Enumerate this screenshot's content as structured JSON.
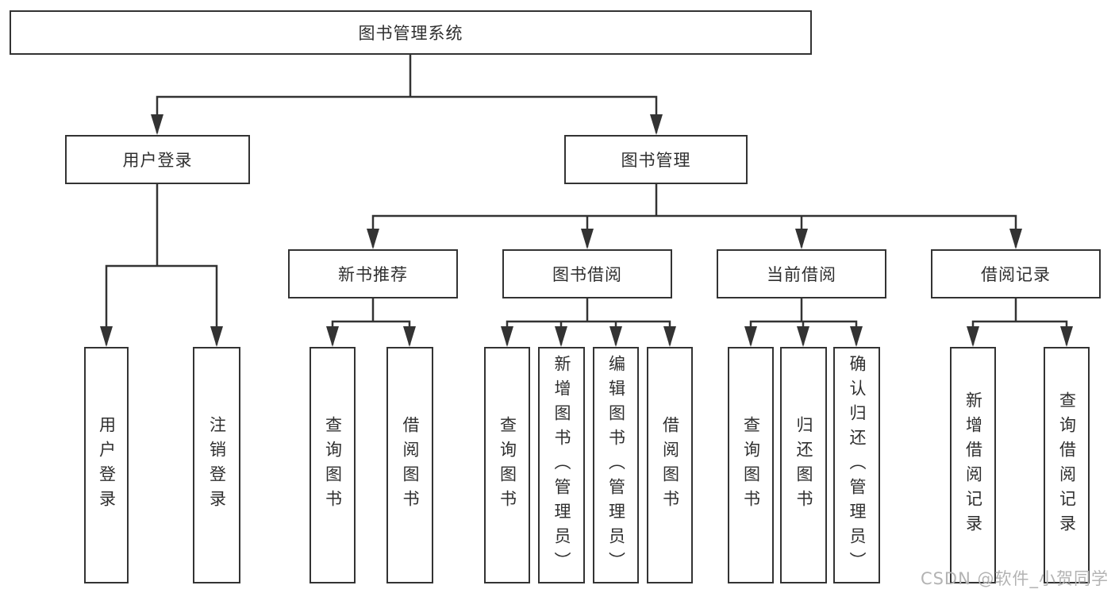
{
  "tree": {
    "root": {
      "label": "图书管理系统"
    },
    "login": {
      "label": "用户登录",
      "children": [
        {
          "label": "用户登录"
        },
        {
          "label": "注销登录"
        }
      ]
    },
    "mgmt": {
      "label": "图书管理",
      "children": [
        {
          "label": "新书推荐",
          "children": [
            {
              "label": "查询图书"
            },
            {
              "label": "借阅图书"
            }
          ]
        },
        {
          "label": "图书借阅",
          "children": [
            {
              "label": "查询图书"
            },
            {
              "label": "新增图书（管理员）"
            },
            {
              "label": "编辑图书（管理员）"
            },
            {
              "label": "借阅图书"
            }
          ]
        },
        {
          "label": "当前借阅",
          "children": [
            {
              "label": "查询图书"
            },
            {
              "label": "归还图书"
            },
            {
              "label": "确认归还（管理员）"
            }
          ]
        },
        {
          "label": "借阅记录",
          "children": [
            {
              "label": "新增借阅记录"
            },
            {
              "label": "查询借阅记录"
            }
          ]
        }
      ]
    }
  },
  "watermark": "CSDN @软件_小贺同学",
  "colors": {
    "line": "#333333",
    "text": "#2f2f2f",
    "watermark": "#b3b3b3",
    "background": "#ffffff"
  }
}
